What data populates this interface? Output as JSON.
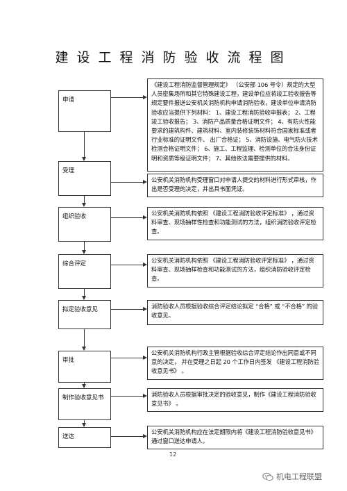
{
  "title": "建设工程消防验收流程图",
  "steps": [
    {
      "label": "申请",
      "desc": "《建设工程消防监督管理规定》 （公安部 106 号令）规定的大型人员密集场所和其它特殊建设工程，建设单位应将竣工验收报告等规定要件报送公安机关消防机构申请消防验收，建设单位申请消防验收应当提供下列材料： 1、建设工程消防验收申报表； 2、工程竣工验收报告； 3、消防产品质量合格证明文件； 4、有防火性能要求的建筑构件、建筑材料、室内装修装饰材料符合国家标准或者行业标准的证明文件、 出厂合格证； 5、消防设施、电气防火技术检测合格证明文件； 6、施工、工程监理、检测单位的合法身份证明和资质等级证明文件； 7、其他依法需要提供的材料。"
    },
    {
      "label": "受理",
      "desc": "公安机关消防机构受理窗口对申请人提交的材料进行形式审核，作出是否受理的决定，并出具书面凭证。"
    },
    {
      "label": "组织验收",
      "desc": "公安机关消防机构依照 《建设工程消防验收评定标准》 ，通过资料审查、现场抽样性检查和功能测试的方法，组织消防验收评定检查。"
    },
    {
      "label": "综合评定",
      "desc": "公安机关消防机构依照 《建设工程消防验收评定标准》 ，通过资料审查、现场抽样检查和功能测试的方法，组织消防验收评定检查。"
    },
    {
      "label": "拟定验收意见",
      "desc": "消防验收人员根据验收综合评定结论拟定 “合格” 或 “不合格” 的验收意见。"
    },
    {
      "label": "审批",
      "desc": "公安机关消防机构行政主管根据验收综合评定结论作出同意或不同意的决定， 并在受理之日起 20 个工作日内签发 《建设工程消防验收意见书》 。"
    },
    {
      "label": "制作验收意见书",
      "desc": "消防验收人员根据审批决定的验收意见，制作《建设工程消防验收意见书》 。"
    },
    {
      "label": "送达",
      "desc": "公安机关消防机构应在法定期限内将《建设工程消防验收意见书》通过窗口送达申请人。"
    }
  ],
  "page_number": "12",
  "watermark": "机电工程联盟",
  "watermark_icon": "wechat-icon"
}
